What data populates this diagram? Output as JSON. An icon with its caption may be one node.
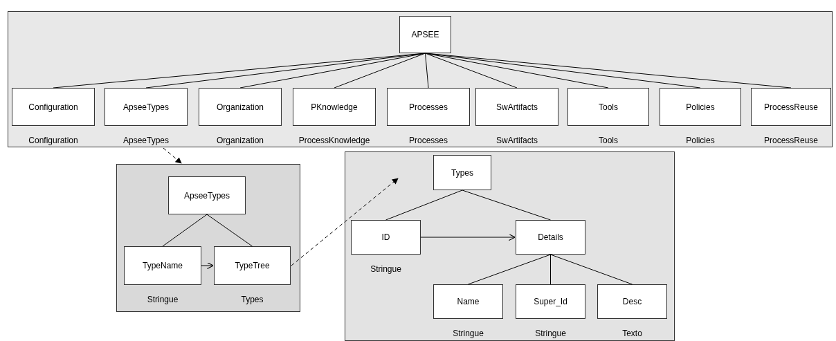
{
  "diagram": {
    "nodes": [
      {
        "text": [],
        "shape": "box"
      },
      {
        "text": [
          "APSEE"
        ],
        "in": 0
      },
      {
        "text": [
          "Configuration"
        ],
        "in": 0,
        "beside": [
          "Configuration"
        ]
      },
      {
        "text": [
          "ApseeTypes"
        ],
        "in": 0,
        "beside": [
          "ApseeTypes"
        ]
      },
      {
        "text": [
          "Organization"
        ],
        "in": 0,
        "beside": [
          "Organization"
        ]
      },
      {
        "text": [
          "PKnowledge"
        ],
        "in": 0,
        "beside": [
          "ProcessKnowledge"
        ]
      },
      {
        "text": [
          "Processes"
        ],
        "in": 0,
        "beside": [
          "Processes"
        ]
      },
      {
        "text": [
          "SwArtifacts"
        ],
        "in": 0,
        "beside": [
          "SwArtifacts"
        ]
      },
      {
        "text": [
          "Tools"
        ],
        "in": 0,
        "beside": [
          "Tools"
        ]
      },
      {
        "text": [
          "Policies"
        ],
        "in": 0,
        "beside": [
          "Policies"
        ]
      },
      {
        "text": [
          "ProcessReuse"
        ],
        "in": 0,
        "beside": [
          "ProcessReuse"
        ]
      },
      {
        "text": [],
        "shape": "box"
      },
      {
        "text": [
          "ApseeTypes"
        ],
        "in": 11
      },
      {
        "text": [
          "TypeName"
        ],
        "in": 11,
        "beside": [
          "Stringue"
        ]
      },
      {
        "text": [
          "TypeTree"
        ],
        "in": 11,
        "beside": [
          "Types"
        ]
      },
      {
        "text": [],
        "shape": "box"
      },
      {
        "text": [
          "Types"
        ],
        "in": 15
      },
      {
        "text": [
          "ID"
        ],
        "in": 15,
        "beside": [
          "Stringue"
        ]
      },
      {
        "text": [
          "Details"
        ],
        "in": 15
      },
      {
        "text": [
          "Name"
        ],
        "in": 15,
        "beside": [
          "Stringue"
        ]
      },
      {
        "text": [
          "Super_Id"
        ],
        "in": 15,
        "beside": [
          "Stringue"
        ]
      },
      {
        "text": [
          "Desc"
        ],
        "in": 15,
        "beside": [
          "Texto"
        ]
      }
    ],
    "edges": [
      {
        "from": 1,
        "to": 2,
        "arrow": "none"
      },
      {
        "from": 1,
        "to": 3,
        "arrow": "none"
      },
      {
        "from": 1,
        "to": 4,
        "arrow": "none"
      },
      {
        "from": 1,
        "to": 5,
        "arrow": "none"
      },
      {
        "from": 1,
        "to": 6,
        "arrow": "none"
      },
      {
        "from": 1,
        "to": 7,
        "arrow": "none"
      },
      {
        "from": 1,
        "to": 8,
        "arrow": "none"
      },
      {
        "from": 1,
        "to": 9,
        "arrow": "none"
      },
      {
        "from": 1,
        "to": 10,
        "arrow": "none"
      },
      {
        "from": 3,
        "to": 11,
        "arrow": "to",
        "style": "dashed"
      },
      {
        "from": 12,
        "to": 13,
        "arrow": "none"
      },
      {
        "from": 12,
        "to": 14,
        "arrow": "none"
      },
      {
        "from": 13,
        "to": 14,
        "arrow": "to"
      },
      {
        "from": 14,
        "to": 15,
        "arrow": "to",
        "style": "dashed"
      },
      {
        "from": 16,
        "to": 17,
        "arrow": "none"
      },
      {
        "from": 16,
        "to": 18,
        "arrow": "none"
      },
      {
        "from": 17,
        "to": 18,
        "arrow": "to"
      },
      {
        "from": 18,
        "to": 19,
        "arrow": "none"
      },
      {
        "from": 18,
        "to": 20,
        "arrow": "none"
      },
      {
        "from": 18,
        "to": 21,
        "arrow": "none"
      }
    ]
  }
}
